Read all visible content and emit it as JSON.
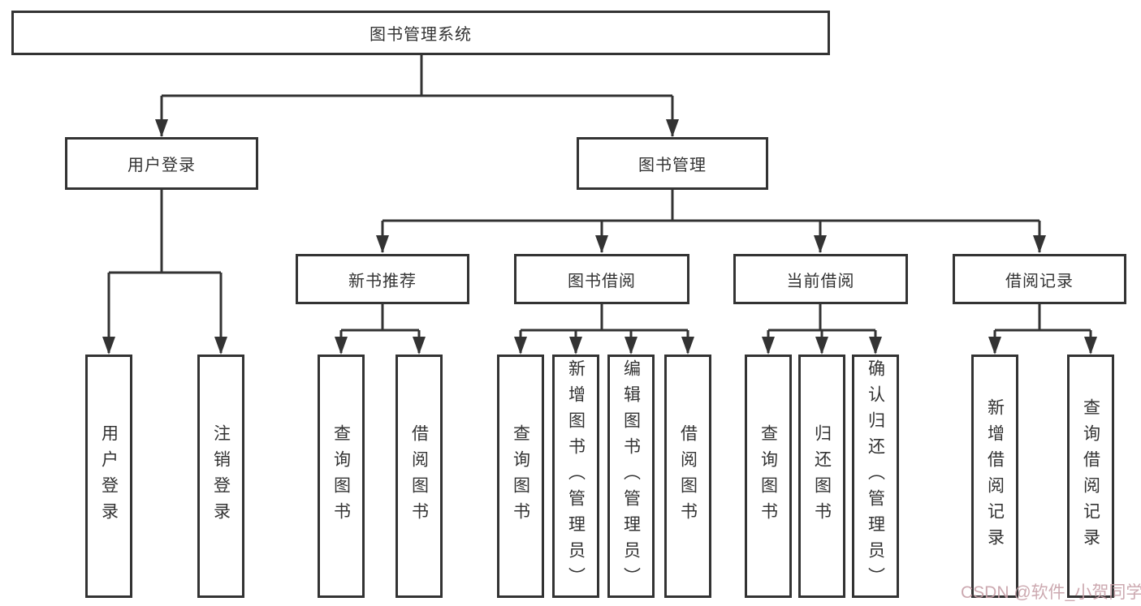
{
  "diagram": {
    "root": "图书管理系统",
    "level1": [
      "用户登录",
      "图书管理"
    ],
    "level2": [
      "新书推荐",
      "图书借阅",
      "当前借阅",
      "借阅记录"
    ],
    "leaves": {
      "user": [
        "用户登录",
        "注销登录"
      ],
      "recommend": [
        "查询图书",
        "借阅图书"
      ],
      "borrow": [
        "查询图书",
        "新增图书（管理员）",
        "编辑图书（管理员）",
        "借阅图书"
      ],
      "current": [
        "查询图书",
        "归还图书",
        "确认归还（管理员）"
      ],
      "records": [
        "新增借阅记录",
        "查询借阅记录"
      ]
    }
  },
  "watermark": "CSDN @软件_小贺同学",
  "colors": {
    "line": "#333333",
    "border": "#333333",
    "text": "#333333",
    "watermark": "#c7a0a8",
    "background": "#ffffff"
  }
}
